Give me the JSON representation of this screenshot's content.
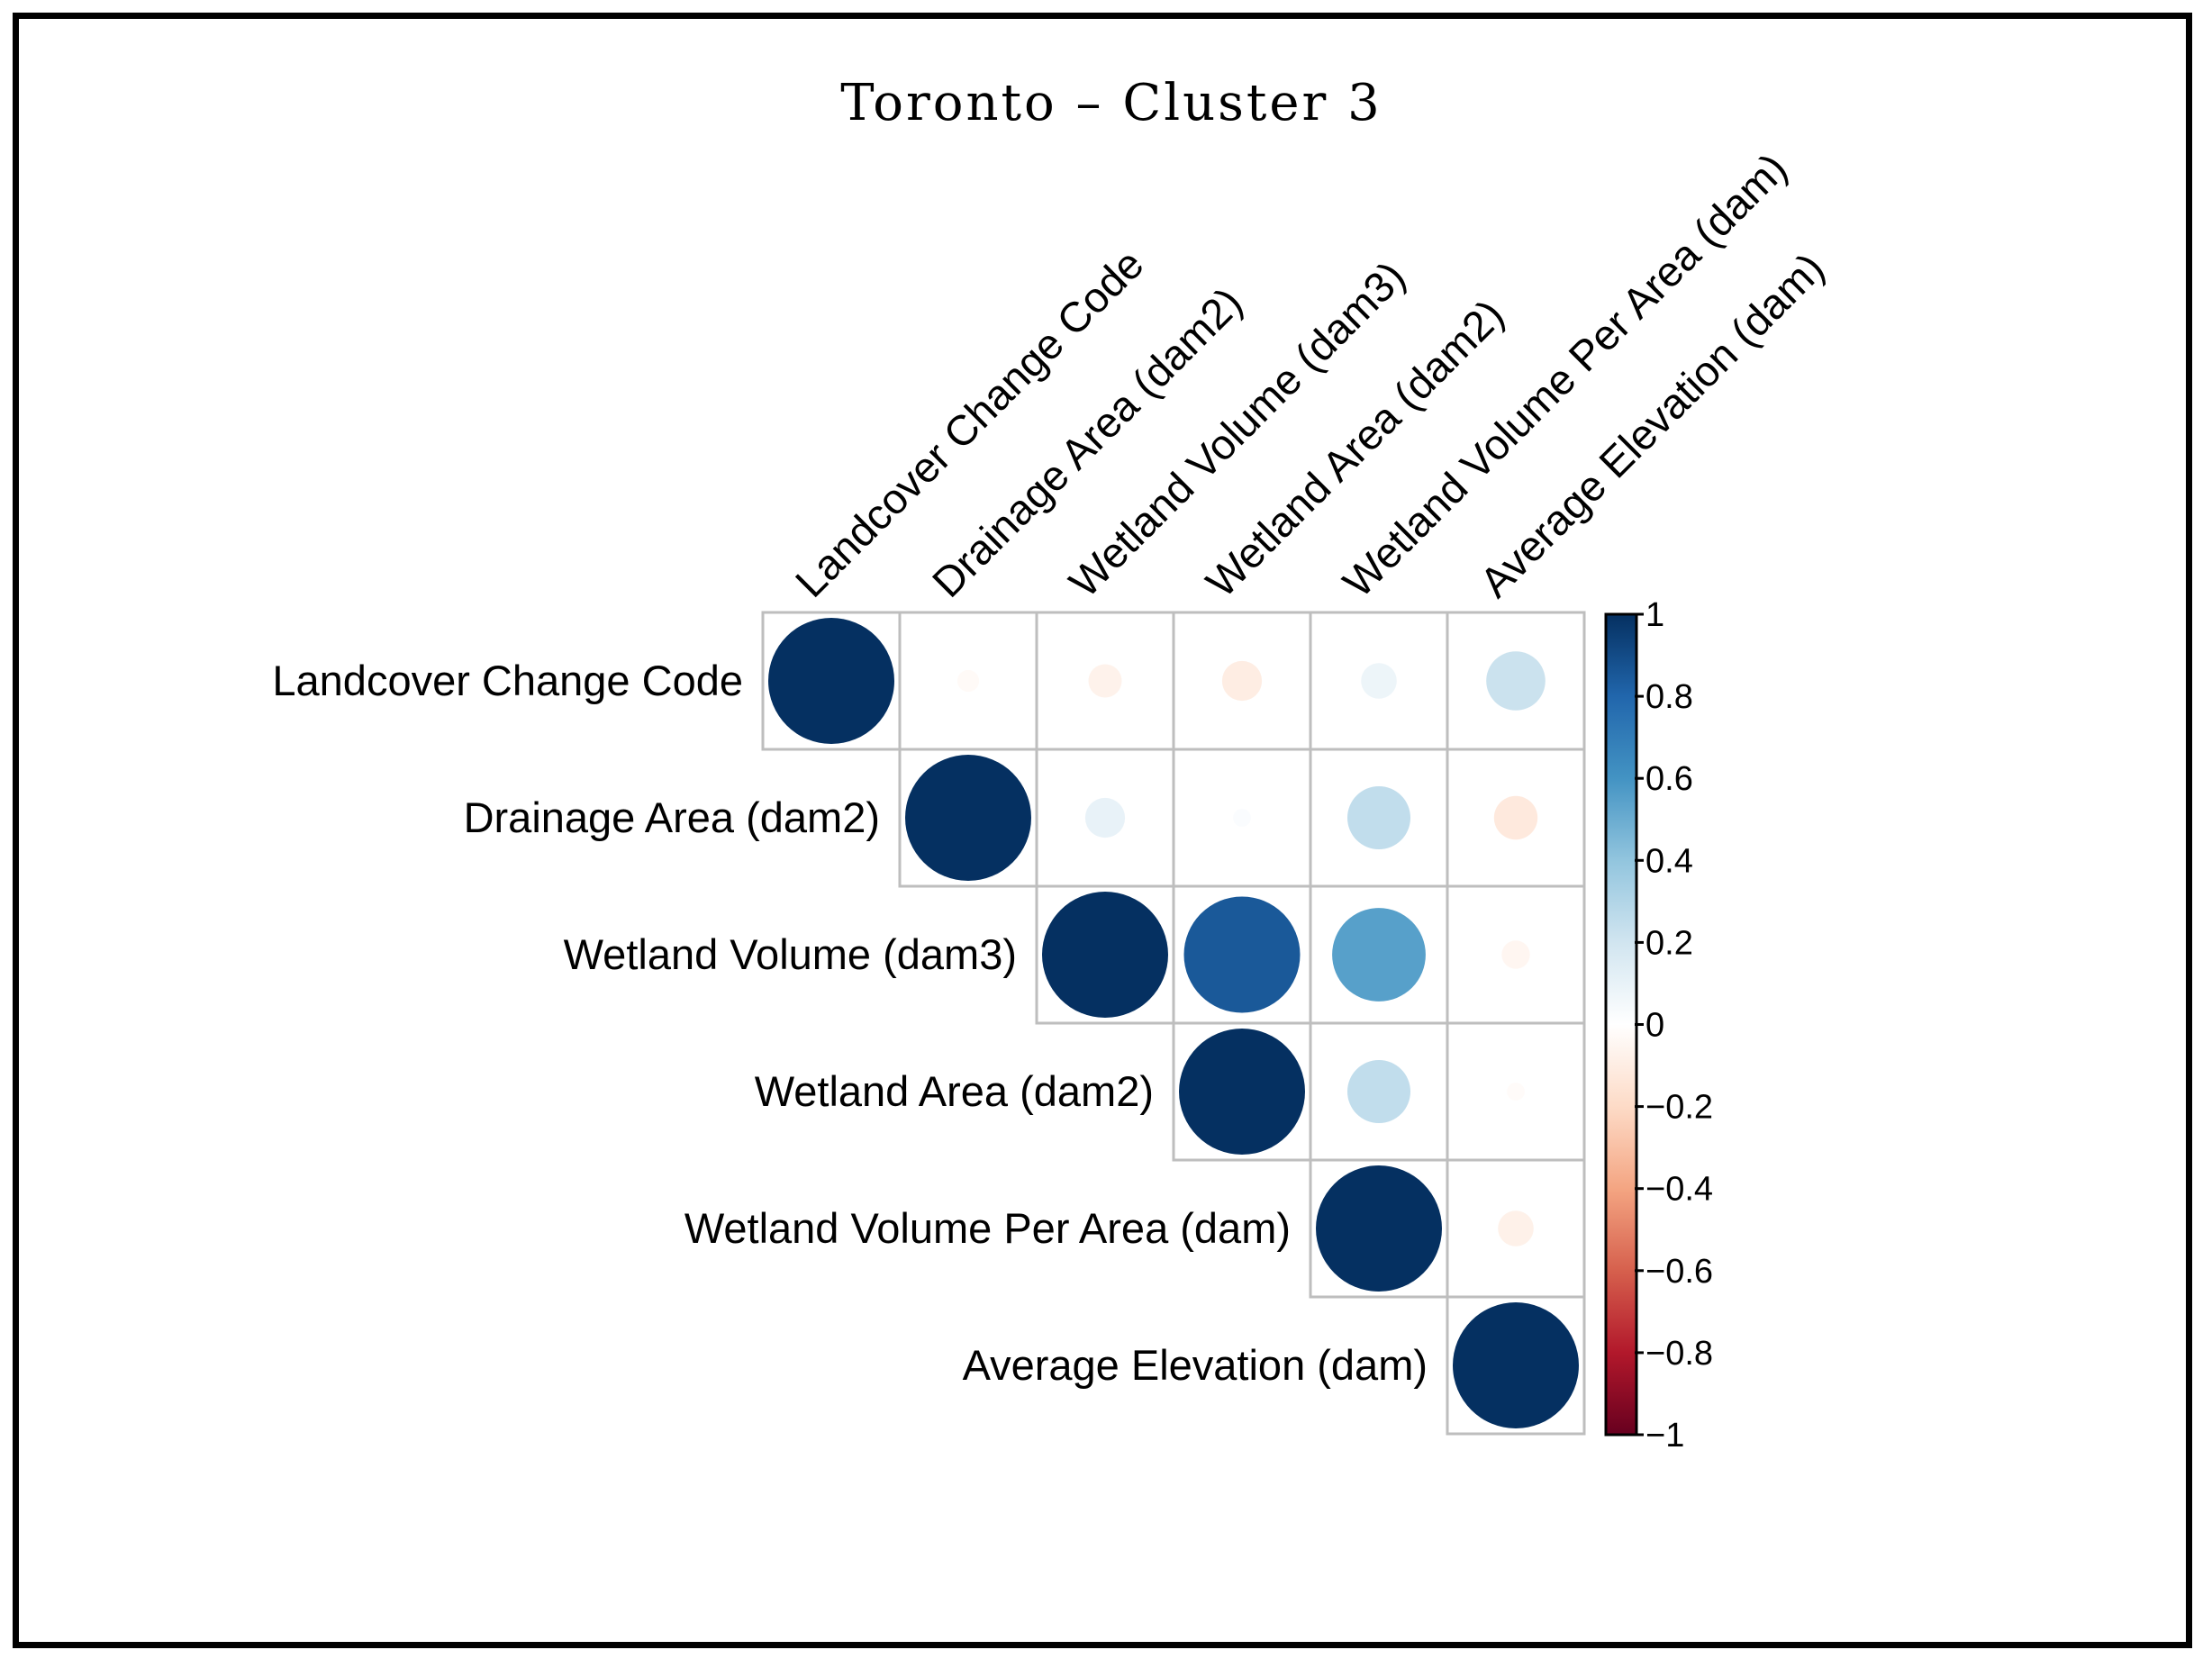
{
  "chart_data": {
    "type": "heatmap",
    "subtype": "correlation-circle-upper",
    "title": "Toronto – Cluster 3",
    "variables": [
      "Landcover Change Code",
      "Drainage Area (dam2)",
      "Wetland Volume (dam3)",
      "Wetland Area (dam2)",
      "Wetland Volume Per Area (dam)",
      "Average Elevation (dam)"
    ],
    "matrix": [
      [
        1.0,
        -0.03,
        -0.07,
        -0.1,
        0.08,
        0.22
      ],
      [
        null,
        1.0,
        0.1,
        0.02,
        0.25,
        -0.12
      ],
      [
        null,
        null,
        1.0,
        0.85,
        0.55,
        -0.05
      ],
      [
        null,
        null,
        null,
        1.0,
        0.25,
        -0.02
      ],
      [
        null,
        null,
        null,
        null,
        1.0,
        -0.08
      ],
      [
        null,
        null,
        null,
        null,
        null,
        1.0
      ]
    ],
    "colorbar": {
      "range": [
        -1,
        1
      ],
      "ticks": [
        "1",
        "0.8",
        "0.6",
        "0.4",
        "0.2",
        "0",
        "−0.2",
        "−0.4",
        "−0.6",
        "−0.8",
        "−1"
      ],
      "colors": {
        "negative_strong": "#67001f",
        "negative_mid": "#d6604d",
        "neutral": "#ffffff",
        "positive_mid": "#4393c3",
        "positive_strong": "#053061"
      }
    },
    "grid_color": "#bebebe"
  }
}
